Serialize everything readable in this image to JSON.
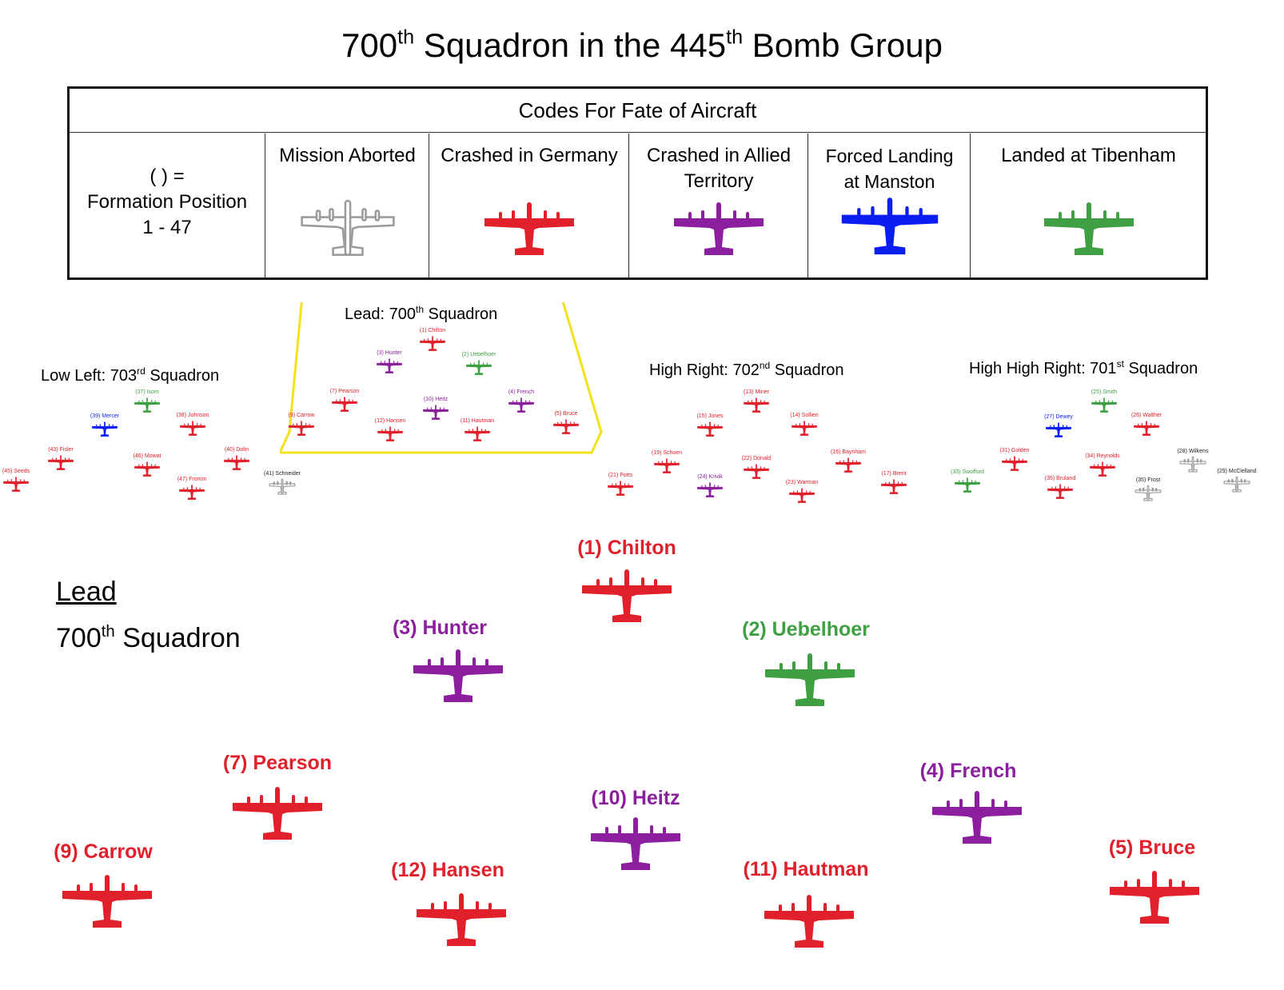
{
  "title": {
    "a": "700",
    "a_sup": "th",
    "b": " Squadron in the 445",
    "b_sup": "th",
    "c": " Bomb Group"
  },
  "legend": {
    "header": "Codes For Fate of Aircraft",
    "key_lines": [
      "( ) =",
      "Formation Position",
      "1 - 47"
    ],
    "fates": [
      {
        "label": "Mission Aborted",
        "color": "#9b9b9b",
        "style": "outline"
      },
      {
        "label": "Crashed in Germany",
        "color": "#e0202b",
        "style": "solid"
      },
      {
        "label": "Crashed in  Allied Territory",
        "color": "#8b1f9e",
        "style": "solid"
      },
      {
        "label": "Forced Landing at Manston",
        "color": "#0a1ef2",
        "style": "solid"
      },
      {
        "label": "Landed at Tibenham",
        "color": "#3ea043",
        "style": "solid"
      }
    ]
  },
  "colors": {
    "aborted": "#9b9b9b",
    "germany": "#e0202b",
    "allied": "#8b1f9e",
    "manston": "#0a1ef2",
    "tibenham": "#3ea043",
    "lead_box": "#f2e21a"
  },
  "groups": [
    {
      "key": "low_left",
      "title": "Low Left: 703",
      "sup": "rd",
      "suffix": " Squadron",
      "planes": [
        {
          "label": "(37) Isom",
          "fate": "tibenham"
        },
        {
          "label": "(39) Mercer",
          "fate": "manston"
        },
        {
          "label": "(38) Johnson",
          "fate": "germany"
        },
        {
          "label": "(43) Fisler",
          "fate": "germany"
        },
        {
          "label": "(46) Mowat",
          "fate": "germany"
        },
        {
          "label": "(40) Dolin",
          "fate": "germany"
        },
        {
          "label": "(45) Seeds",
          "fate": "germany"
        },
        {
          "label": "(47) Fromm",
          "fate": "germany"
        },
        {
          "label": "(41) Schneider",
          "fate": "aborted"
        }
      ]
    },
    {
      "key": "lead",
      "title": "Lead: 700",
      "sup": "th",
      "suffix": " Squadron",
      "planes": [
        {
          "label": "(1) Chilton",
          "fate": "germany"
        },
        {
          "label": "(3) Hunter",
          "fate": "allied"
        },
        {
          "label": "(2) Uebelhoer",
          "fate": "tibenham"
        },
        {
          "label": "(7) Pearson",
          "fate": "germany"
        },
        {
          "label": "(10) Heitz",
          "fate": "allied"
        },
        {
          "label": "(4) French",
          "fate": "allied"
        },
        {
          "label": "(9) Carrow",
          "fate": "germany"
        },
        {
          "label": "(12) Hansen",
          "fate": "germany"
        },
        {
          "label": "(11) Hautman",
          "fate": "germany"
        },
        {
          "label": "(5) Bruce",
          "fate": "germany"
        }
      ]
    },
    {
      "key": "high_right",
      "title": "High Right: 702",
      "sup": "nd",
      "suffix": " Squadron",
      "planes": [
        {
          "label": "(13) Miner",
          "fate": "germany"
        },
        {
          "label": "(15) Jones",
          "fate": "germany"
        },
        {
          "label": "(14) Sollien",
          "fate": "germany"
        },
        {
          "label": "(19) Schoen",
          "fate": "germany"
        },
        {
          "label": "(22) Donald",
          "fate": "germany"
        },
        {
          "label": "(16) Baynham",
          "fate": "germany"
        },
        {
          "label": "(21) Potts",
          "fate": "germany"
        },
        {
          "label": "(24) Krivik",
          "fate": "allied"
        },
        {
          "label": "(23) Warman",
          "fate": "germany"
        },
        {
          "label": "(17) Brent",
          "fate": "germany"
        }
      ]
    },
    {
      "key": "high_high_right",
      "title": "High High Right: 701",
      "sup": "st",
      "suffix": " Squadron",
      "planes": [
        {
          "label": "(25) Smith",
          "fate": "tibenham"
        },
        {
          "label": "(27) Dewey",
          "fate": "manston"
        },
        {
          "label": "(26) Walther",
          "fate": "germany"
        },
        {
          "label": "(31) Golden",
          "fate": "germany"
        },
        {
          "label": "(34) Reynolds",
          "fate": "germany"
        },
        {
          "label": "(28) Wilkens",
          "fate": "aborted"
        },
        {
          "label": "(33) Swofford",
          "fate": "tibenham"
        },
        {
          "label": "(35) Bruland",
          "fate": "germany"
        },
        {
          "label": "(35) Frost",
          "fate": "aborted"
        },
        {
          "label": "(29) McClelland",
          "fate": "aborted"
        }
      ]
    }
  ],
  "detail": {
    "heading": "Lead",
    "subheading": {
      "a": "700",
      "sup": "th",
      "b": " Squadron"
    },
    "planes": [
      {
        "label": "(1) Chilton",
        "fate": "germany"
      },
      {
        "label": "(3) Hunter",
        "fate": "allied"
      },
      {
        "label": "(2) Uebelhoer",
        "fate": "tibenham"
      },
      {
        "label": "(7) Pearson",
        "fate": "germany"
      },
      {
        "label": "(10) Heitz",
        "fate": "allied"
      },
      {
        "label": "(4) French",
        "fate": "allied"
      },
      {
        "label": "(9) Carrow",
        "fate": "germany"
      },
      {
        "label": "(12) Hansen",
        "fate": "germany"
      },
      {
        "label": "(11) Hautman",
        "fate": "germany"
      },
      {
        "label": "(5) Bruce",
        "fate": "germany"
      }
    ]
  }
}
